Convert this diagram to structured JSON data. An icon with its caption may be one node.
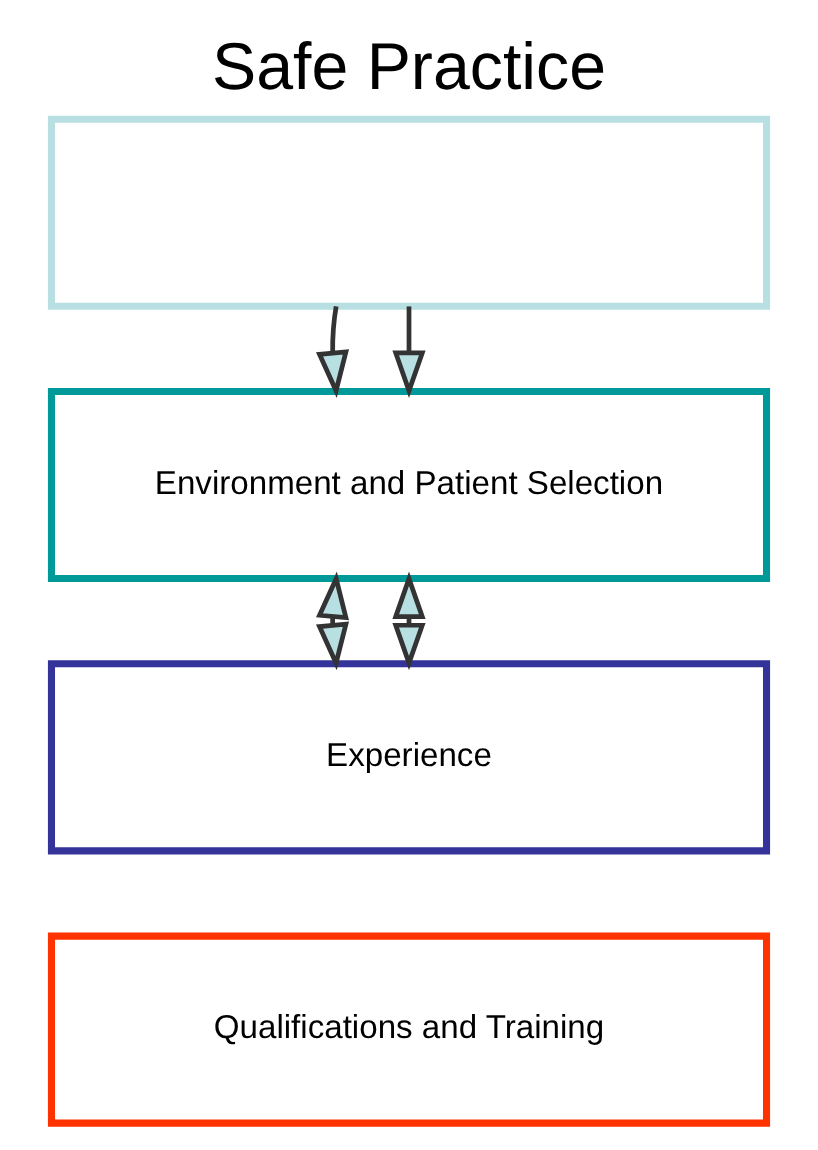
{
  "diagram": {
    "title": "Safe Practice",
    "nodes": [
      {
        "text": [],
        "shape": "box"
      },
      {
        "text": [
          "Environment and Patient Selection"
        ]
      },
      {
        "text": [
          "Experience"
        ]
      },
      {
        "text": [
          "Qualifications and Training"
        ]
      }
    ],
    "edges": [
      {
        "from": 0,
        "to": 1,
        "arrow": "to"
      },
      {
        "from": 0,
        "to": 1,
        "arrow": "to"
      },
      {
        "from": 1,
        "to": 2,
        "arrow": "both"
      },
      {
        "from": 1,
        "to": 2,
        "arrow": "both"
      }
    ]
  }
}
